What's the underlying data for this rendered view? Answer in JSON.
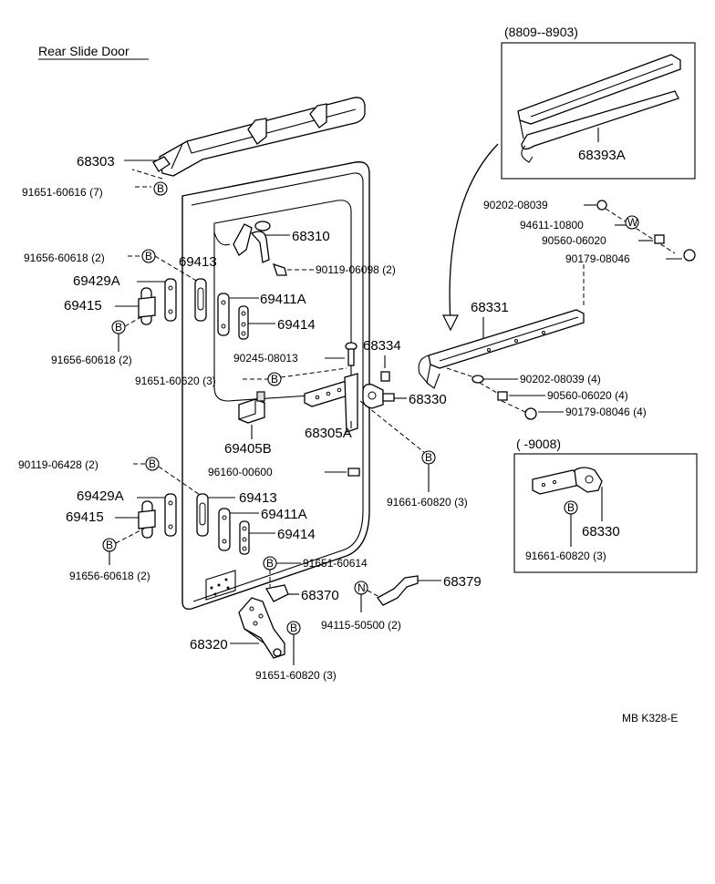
{
  "title": "Rear Slide Door",
  "reference": "MB K328-E",
  "inset_top": {
    "label": "(8809--8903)",
    "part": "68393A"
  },
  "inset_bottom": {
    "label": "(      -9008)",
    "part": "68330",
    "bolt": "91661-60820 (3)",
    "marker": "B"
  },
  "labels": {
    "p68303": "68303",
    "p91651_60616": "91651-60616 (7)",
    "p68310": "68310",
    "p90119_06098": "90119-06098 (2)",
    "p91656_60618_top": "91656-60618 (2)",
    "p69413_top": "69413",
    "p69429A_top": "69429A",
    "p69415_top": "69415",
    "p69411A_top": "69411A",
    "p69414_top": "69414",
    "p91656_60618_mid": "91656-60618 (2)",
    "p90245_08013": "90245-08013",
    "p68334": "68334",
    "p91651_60620": "91651-60620 (3)",
    "p68330": "68330",
    "p69405B": "69405B",
    "p68305A": "68305A",
    "p90119_06428": "90119-06428 (2)",
    "p96160_00600": "96160-00600",
    "p91661_60820": "91661-60820 (3)",
    "p69429A_bot": "69429A",
    "p69413_bot": "69413",
    "p69415_bot": "69415",
    "p69411A_bot": "69411A",
    "p69414_bot": "69414",
    "p91656_60618_bot": "91656-60618 (2)",
    "p91651_60614": "91651-60614",
    "p68370": "68370",
    "p68379": "68379",
    "p94115_50500": "94115-50500 (2)",
    "p68320": "68320",
    "p91651_60820": "91651-60820 (3)",
    "p90202_08039": "90202-08039",
    "p94611_10800": "94611-10800",
    "p90560_06020": "90560-06020",
    "p90179_08046": "90179-08046",
    "p68331": "68331",
    "p90202_08039_4": "90202-08039 (4)",
    "p90560_06020_4": "90560-06020 (4)",
    "p90179_08046_4": "90179-08046 (4)"
  },
  "markers": {
    "b": "B",
    "w": "W",
    "n": "N"
  }
}
